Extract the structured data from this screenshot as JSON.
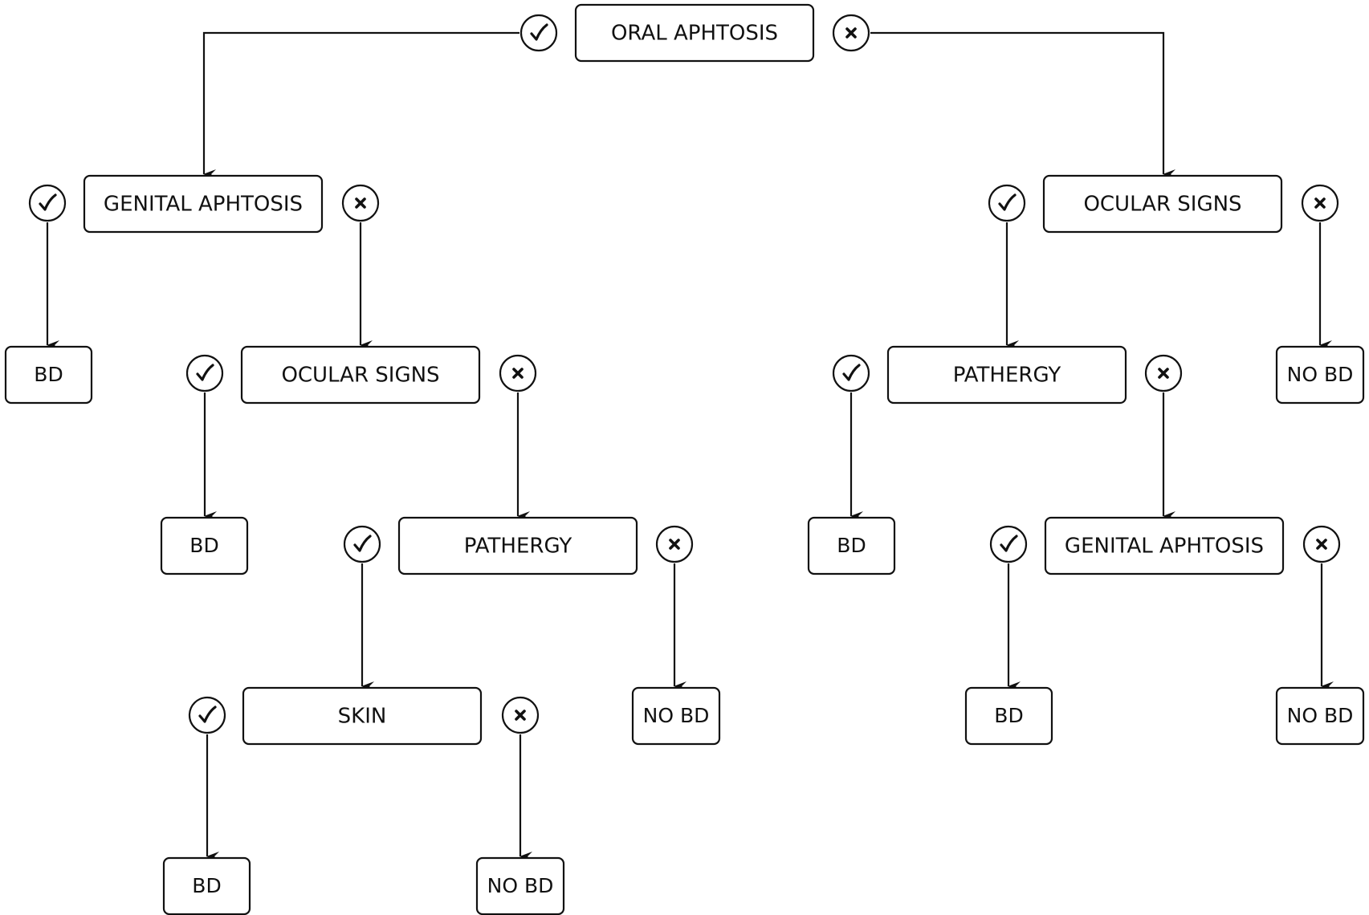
{
  "diagram": {
    "type": "decision-tree",
    "colors": {
      "stroke": "#111111",
      "background": "#ffffff",
      "text": "#111111"
    },
    "nodes": [
      {
        "id": "oral",
        "label": "ORAL APHTOSIS",
        "kind": "question"
      },
      {
        "id": "genital_l",
        "label": "GENITAL APHTOSIS",
        "kind": "question"
      },
      {
        "id": "ocular_r",
        "label": "OCULAR SIGNS",
        "kind": "question"
      },
      {
        "id": "bd_1",
        "label": "BD",
        "kind": "outcome"
      },
      {
        "id": "ocular_l",
        "label": "OCULAR SIGNS",
        "kind": "question"
      },
      {
        "id": "pathergy_r",
        "label": "PATHERGY",
        "kind": "question"
      },
      {
        "id": "nobd_1",
        "label": "NO BD",
        "kind": "outcome"
      },
      {
        "id": "bd_2",
        "label": "BD",
        "kind": "outcome"
      },
      {
        "id": "pathergy_l",
        "label": "PATHERGY",
        "kind": "question"
      },
      {
        "id": "bd_3",
        "label": "BD",
        "kind": "outcome"
      },
      {
        "id": "genital_r",
        "label": "GENITAL APHTOSIS",
        "kind": "question"
      },
      {
        "id": "skin",
        "label": "SKIN",
        "kind": "question"
      },
      {
        "id": "nobd_2",
        "label": "NO BD",
        "kind": "outcome"
      },
      {
        "id": "bd_4",
        "label": "BD",
        "kind": "outcome"
      },
      {
        "id": "nobd_3",
        "label": "NO BD",
        "kind": "outcome"
      },
      {
        "id": "bd_5",
        "label": "BD",
        "kind": "outcome"
      },
      {
        "id": "nobd_4",
        "label": "NO BD",
        "kind": "outcome"
      }
    ],
    "edges": [
      {
        "from": "oral",
        "to": "genital_l",
        "answer": "yes",
        "icon": "check-icon"
      },
      {
        "from": "oral",
        "to": "ocular_r",
        "answer": "no",
        "icon": "cross-icon"
      },
      {
        "from": "genital_l",
        "to": "bd_1",
        "answer": "yes",
        "icon": "check-icon"
      },
      {
        "from": "genital_l",
        "to": "ocular_l",
        "answer": "no",
        "icon": "cross-icon"
      },
      {
        "from": "ocular_l",
        "to": "bd_2",
        "answer": "yes",
        "icon": "check-icon"
      },
      {
        "from": "ocular_l",
        "to": "pathergy_l",
        "answer": "no",
        "icon": "cross-icon"
      },
      {
        "from": "pathergy_l",
        "to": "skin",
        "answer": "yes",
        "icon": "check-icon"
      },
      {
        "from": "pathergy_l",
        "to": "nobd_2",
        "answer": "no",
        "icon": "cross-icon"
      },
      {
        "from": "skin",
        "to": "bd_4",
        "answer": "yes",
        "icon": "check-icon"
      },
      {
        "from": "skin",
        "to": "nobd_3",
        "answer": "no",
        "icon": "cross-icon"
      },
      {
        "from": "ocular_r",
        "to": "pathergy_r",
        "answer": "yes",
        "icon": "check-icon"
      },
      {
        "from": "ocular_r",
        "to": "nobd_1",
        "answer": "no",
        "icon": "cross-icon"
      },
      {
        "from": "pathergy_r",
        "to": "bd_3",
        "answer": "yes",
        "icon": "check-icon"
      },
      {
        "from": "pathergy_r",
        "to": "genital_r",
        "answer": "no",
        "icon": "cross-icon"
      },
      {
        "from": "genital_r",
        "to": "bd_5",
        "answer": "yes",
        "icon": "check-icon"
      },
      {
        "from": "genital_r",
        "to": "nobd_4",
        "answer": "no",
        "icon": "cross-icon"
      }
    ]
  }
}
